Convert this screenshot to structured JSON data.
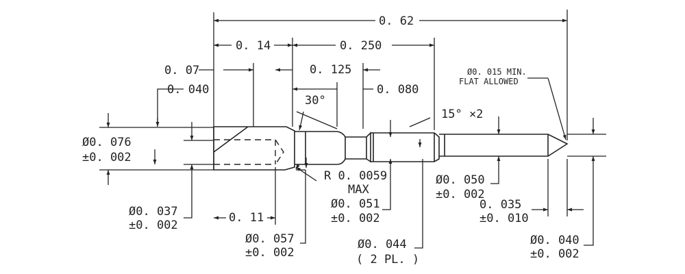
{
  "drawing": {
    "overall_length": "0. 62",
    "seg_014": "0. 14",
    "seg_0250": "0. 250",
    "seg_007": "0. 07",
    "seg_0125": "0. 125",
    "seg_0040": "0. 040",
    "seg_0080": "0. 080",
    "angle_30": "30°",
    "angle_15": "15° ×2",
    "tip_note_line1": "Ø0. 015 MIN.",
    "tip_note_line2": "FLAT ALLOWED",
    "dia_0076_line1": "Ø0. 076",
    "dia_0076_line2": "±0. 002",
    "radius_line1": "R  0. 0059",
    "radius_line2": "MAX",
    "dia_0050_line1": "Ø0. 050",
    "dia_0050_line2": "±0. 002",
    "dia_0037_line1": "Ø0. 037",
    "dia_0037_line2": "±0. 002",
    "seg_011": "0. 11",
    "dia_0051_line1": "Ø0. 051",
    "dia_0051_line2": "±0. 002",
    "seg_0035_line1": "0. 035",
    "seg_0035_line2": "±0. 010",
    "dia_0057_line1": "Ø0. 057",
    "dia_0057_line2": "±0. 002",
    "dia_0044_line1": "Ø0. 044",
    "dia_0044_line2": "( 2 PL. )",
    "dia_0040_line1": "Ø0. 040",
    "dia_0040_line2": "±0. 002"
  }
}
